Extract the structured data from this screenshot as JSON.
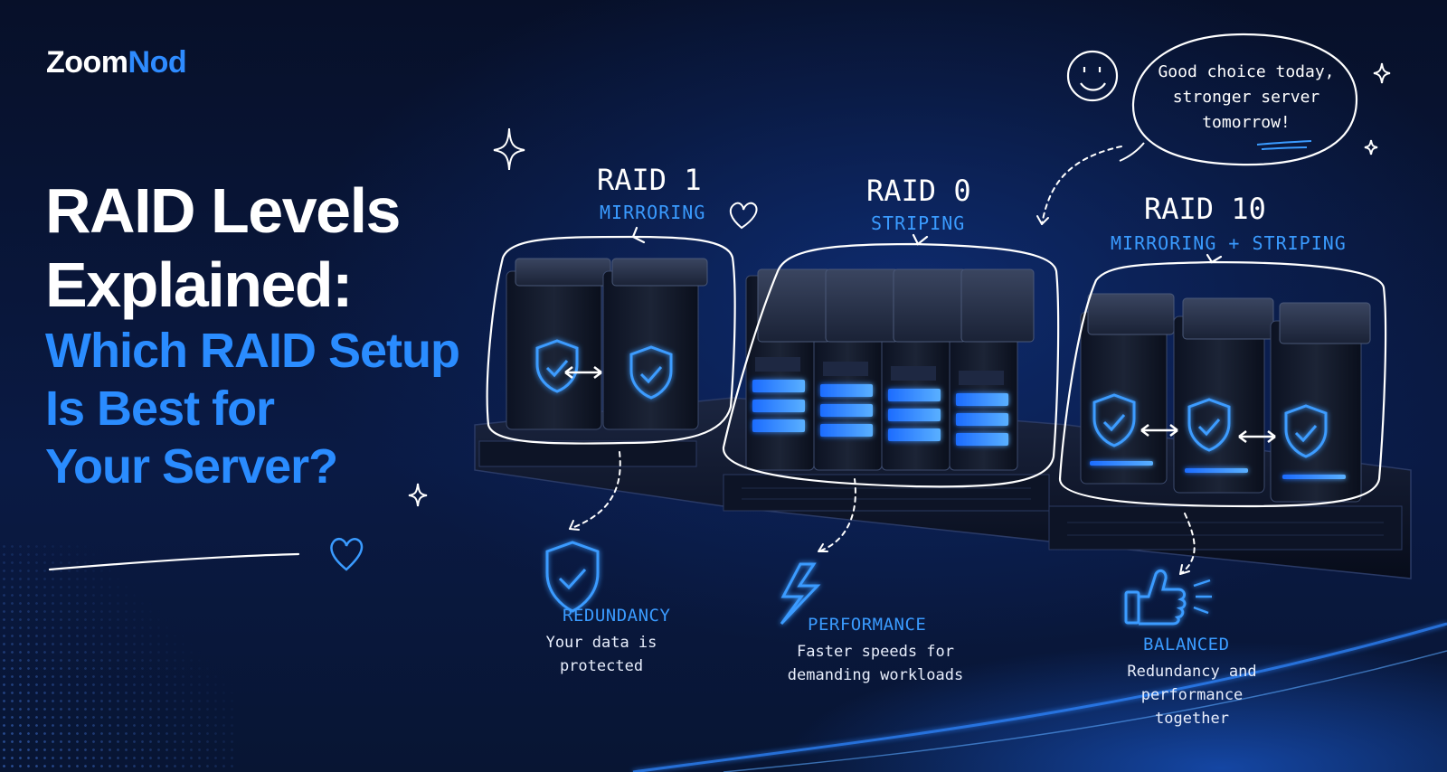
{
  "brand": {
    "name_part1": "Zoom",
    "name_part2": "Nod"
  },
  "headline": {
    "line1": "RAID Levels",
    "line2": "Explained:",
    "line3": "Which RAID Setup",
    "line4": "Is Best for",
    "line5": "Your Server?"
  },
  "raid_levels": [
    {
      "name": "RAID 1",
      "subtitle": "MIRRORING"
    },
    {
      "name": "RAID 0",
      "subtitle": "STRIPING"
    },
    {
      "name": "RAID 10",
      "subtitle": "MIRRORING + STRIPING"
    }
  ],
  "features": [
    {
      "title": "REDUNDANCY",
      "description": "Your data is protected",
      "icon": "shield-check-icon"
    },
    {
      "title": "PERFORMANCE",
      "description": "Faster speeds for demanding workloads",
      "icon": "lightning-icon"
    },
    {
      "title": "BALANCED",
      "description": "Redundancy and performance together",
      "icon": "thumbs-up-icon"
    }
  ],
  "speech_bubble": {
    "text": "Good choice today, stronger server tomorrow!"
  },
  "colors": {
    "background": "#07112e",
    "accent": "#2e8bff",
    "text": "#ffffff"
  }
}
